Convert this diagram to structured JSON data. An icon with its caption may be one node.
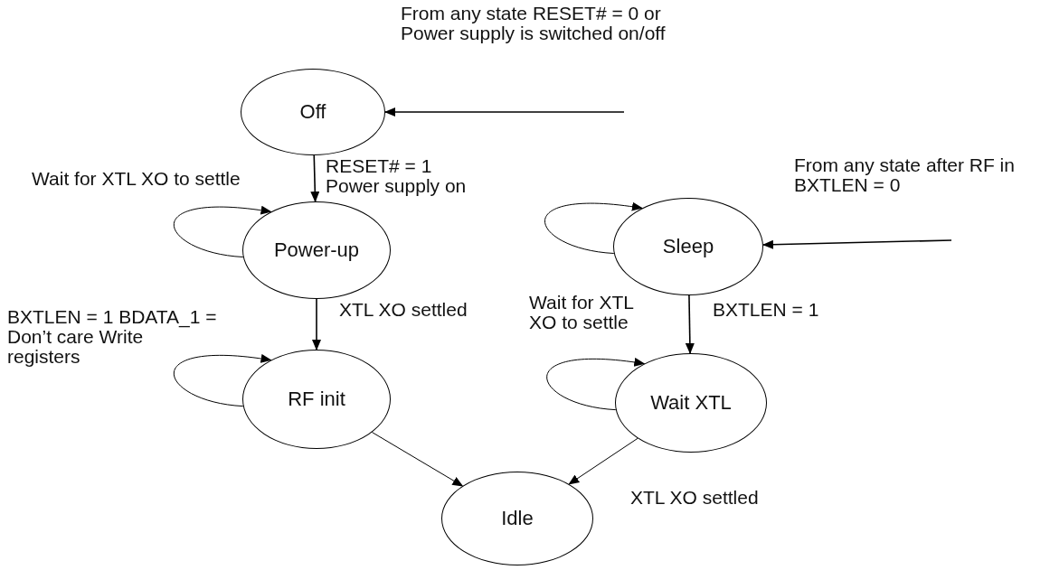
{
  "diagram": {
    "nodes": [
      {
        "text": [
          "Off"
        ]
      },
      {
        "text": [
          "Power-up"
        ]
      },
      {
        "text": [
          "RF init"
        ]
      },
      {
        "text": [
          "Sleep"
        ]
      },
      {
        "text": [
          "Wait XTL"
        ]
      },
      {
        "text": [
          "Idle"
        ]
      }
    ],
    "edges": [
      {
        "from": null,
        "to": 0,
        "arrow": "to",
        "label": "From any state RESET# = 0 or Power supply is switched on/off"
      },
      {
        "from": 0,
        "to": 1,
        "arrow": "to",
        "label": "RESET# = 1 Power supply on"
      },
      {
        "from": 1,
        "to": 1,
        "arrow": "to",
        "label": "Wait for XTL XO to settle"
      },
      {
        "from": 1,
        "to": 2,
        "arrow": "to",
        "label": "XTL XO settled"
      },
      {
        "from": 2,
        "to": 2,
        "arrow": "to",
        "label": "BXTLEN = 1 BDATA_1 = Don’t care Write registers"
      },
      {
        "from": null,
        "to": 3,
        "arrow": "to",
        "label": "From any state after RF in BXTLEN = 0"
      },
      {
        "from": 3,
        "to": 3,
        "arrow": "to"
      },
      {
        "from": 3,
        "to": 4,
        "arrow": "to",
        "label": "BXTLEN = 1"
      },
      {
        "from": 4,
        "to": 4,
        "arrow": "to",
        "label": "Wait for XTL XO to settle"
      },
      {
        "from": 2,
        "to": 5,
        "arrow": "to"
      },
      {
        "from": 4,
        "to": 5,
        "arrow": "to",
        "label": "XTL XO settled"
      }
    ]
  }
}
